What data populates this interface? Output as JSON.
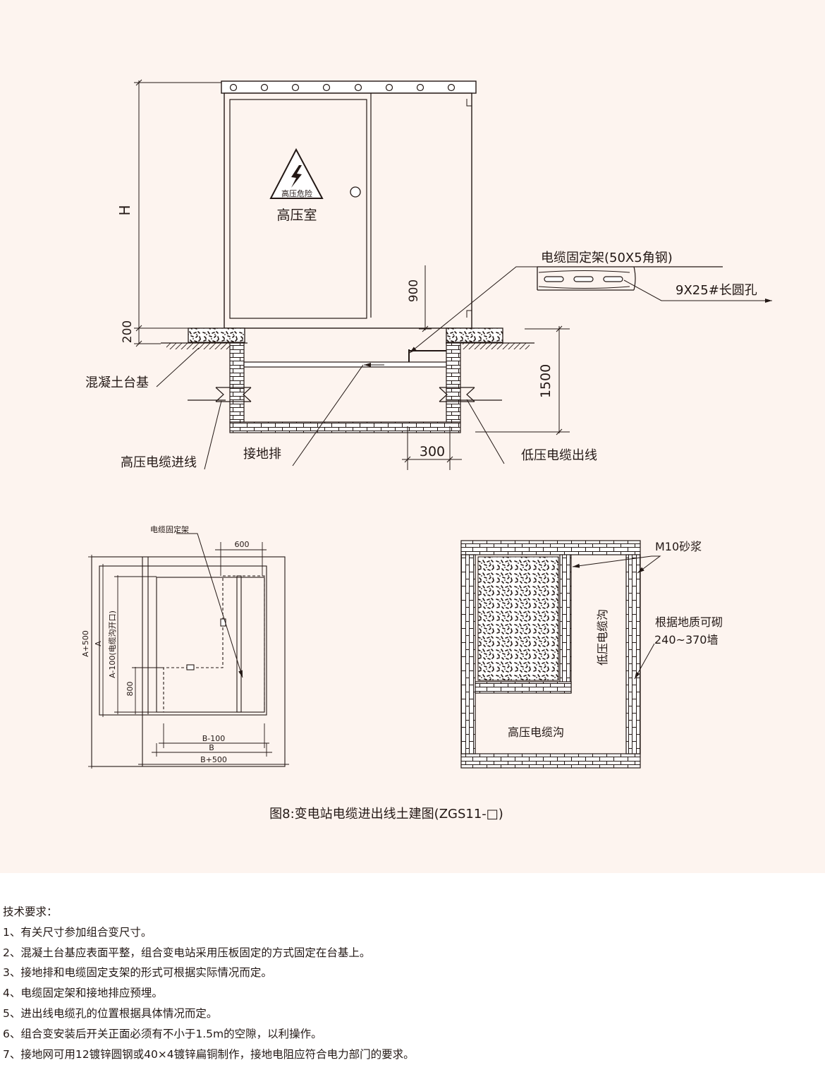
{
  "labels": {
    "height_dim": "H",
    "base_height_dim": "200",
    "bracket_height_dim": "900",
    "pit_depth_dim": "1500",
    "trench_width_dim": "300",
    "warning_sign_text": "高压危险",
    "hv_room": "高压室",
    "cable_bracket_spec": "电缆固定架(50X5角钢)",
    "slot_hole_spec": "9X25#长圆孔",
    "concrete_base": "混凝土台基",
    "hv_cable_in": "高压电缆进线",
    "grounding_bar": "接地排",
    "lv_cable_out": "低压电缆出线"
  },
  "plan": {
    "cable_bracket": "电缆固定架",
    "dim_600": "600",
    "dim_a_plus_500": "A+500",
    "dim_a": "A",
    "dim_a_minus_100": "A-100(电缆沟开口)",
    "dim_800": "800",
    "dim_b_minus_100": "B-100",
    "dim_b": "B",
    "dim_b_plus_500": "B+500"
  },
  "section": {
    "mortar": "M10砂浆",
    "lv_trench": "低压电缆沟",
    "wall_note_1": "根据地质可砌",
    "wall_note_2": "240~370墙",
    "hv_trench": "高压电缆沟"
  },
  "caption": "图8:变电站电缆进出线土建图(ZGS11-□)",
  "notes": {
    "title": "技术要求：",
    "items": [
      "1、有关尺寸参加组合变尺寸。",
      "2、混凝土台基应表面平整，组合变电站采用压板固定的方式固定在台基上。",
      "3、接地排和电缆固定支架的形式可根据实际情况而定。",
      "4、电缆固定架和接地排应预埋。",
      "5、进出线电缆孔的位置根据具体情况而定。",
      "6、组合变安装后开关正面必须有不小于1.5m的空隙，以利操作。",
      "7、接地网可用12镀锌圆钢或40×4镀锌扁铜制作，接地电阻应符合电力部门的要求。"
    ]
  },
  "colors": {
    "sheet_background": "#fdf4ef",
    "ink": "#231815"
  }
}
